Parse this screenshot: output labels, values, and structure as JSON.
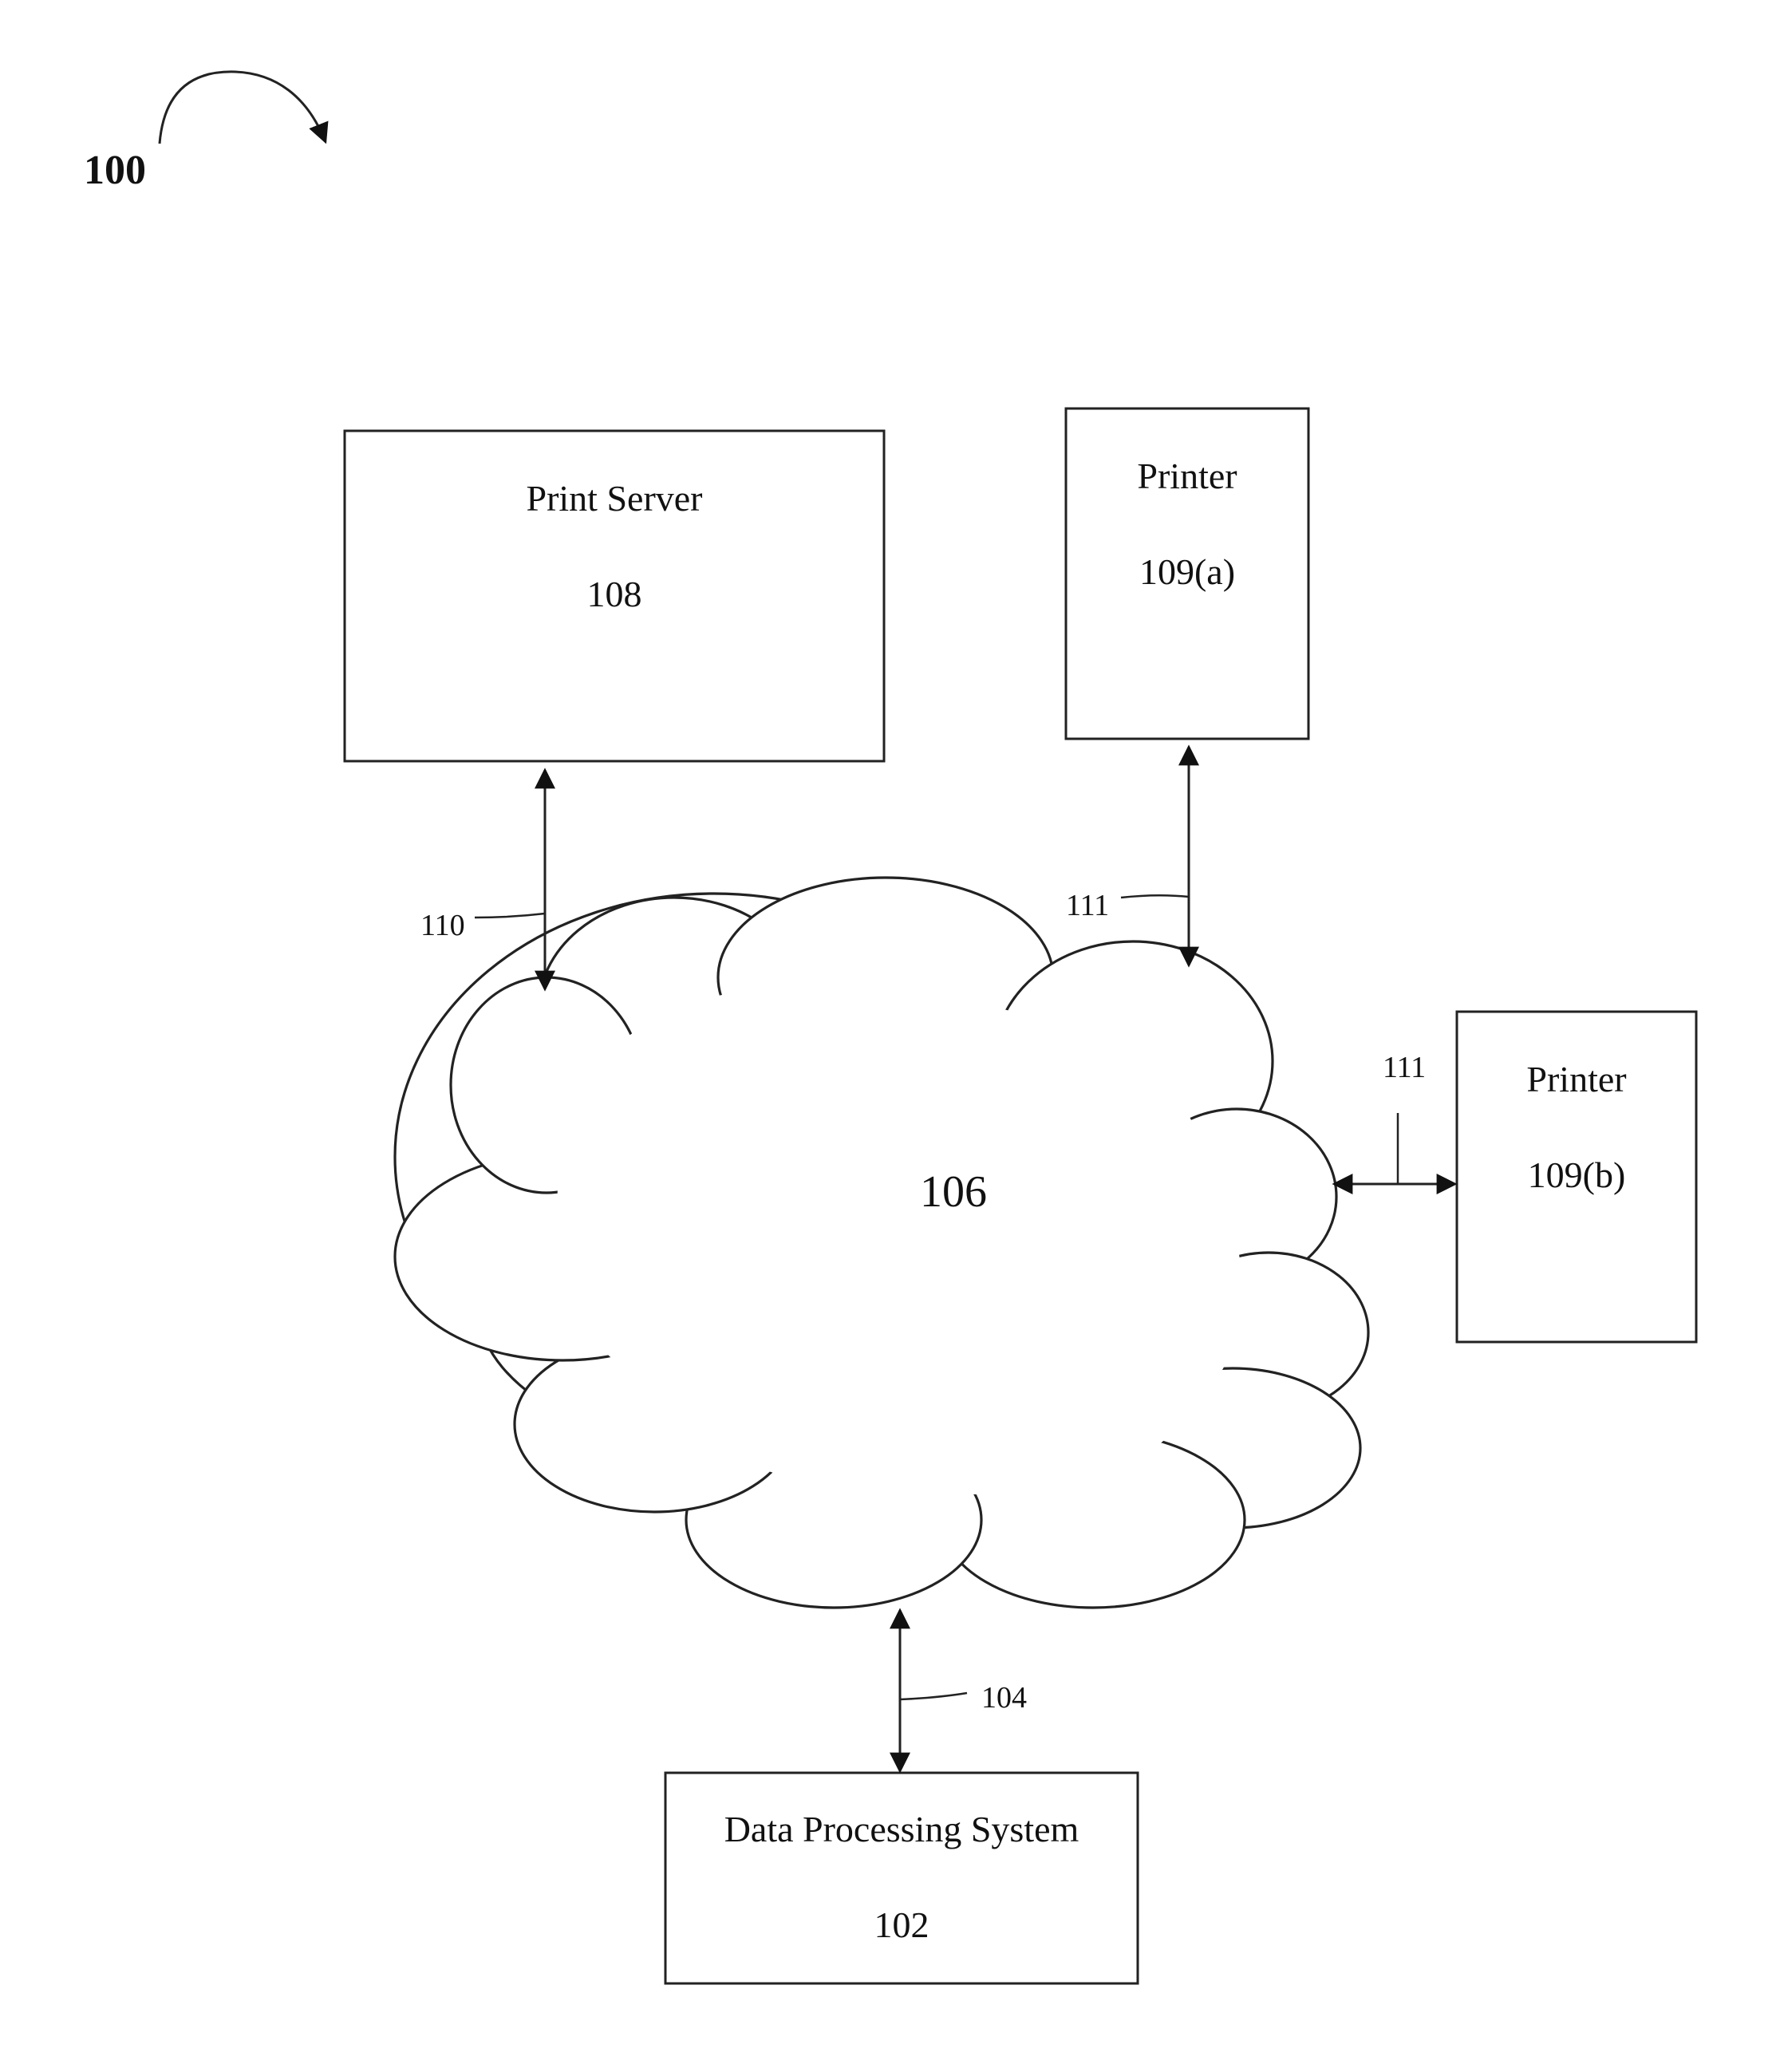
{
  "figure": {
    "label": "100"
  },
  "nodes": {
    "print_server": {
      "title": "Print Server",
      "ref": "108"
    },
    "printer_a": {
      "title": "Printer",
      "ref": "109(a)"
    },
    "printer_b": {
      "title": "Printer",
      "ref": "109(b)"
    },
    "data_processing_system": {
      "title": "Data Processing System",
      "ref": "102"
    },
    "network": {
      "ref": "106"
    }
  },
  "connections": {
    "server_link": {
      "ref": "110"
    },
    "printer_a_link": {
      "ref": "111"
    },
    "printer_b_link": {
      "ref": "111"
    },
    "dps_link": {
      "ref": "104"
    }
  }
}
